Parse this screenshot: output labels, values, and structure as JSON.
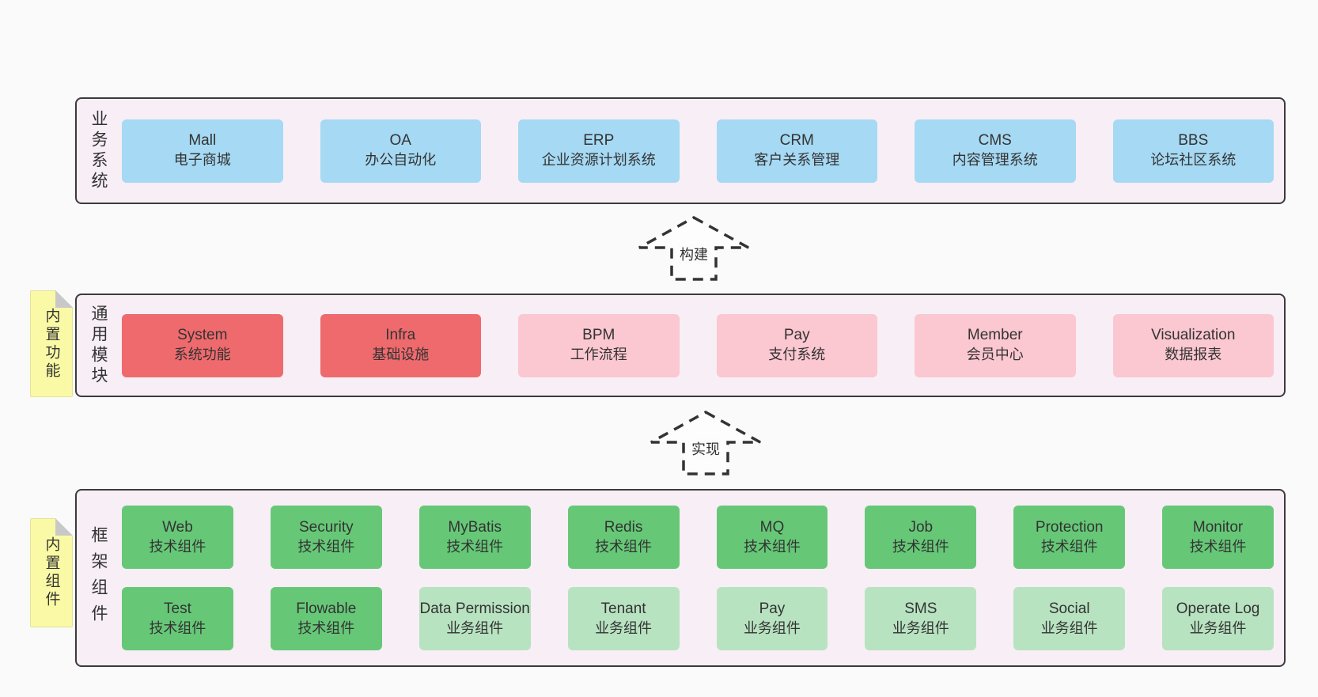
{
  "colors": {
    "page_bg": "#fafafa",
    "panel_bg": "#f8eef6",
    "panel_border": "#3b3b3d",
    "business_box_blue": "#a6d9f3",
    "core_module_red": "#ef6a6d",
    "module_pink": "#fbc7d0",
    "tech_component_green": "#66c877",
    "biz_component_light_green": "#b8e3c1",
    "tag_yellow": "#fafaa6",
    "fold_gray": "#c8c8c8",
    "text": "#333333"
  },
  "arrows": {
    "build": "构建",
    "implement": "实现"
  },
  "sections": {
    "business": {
      "label": "业务系统",
      "boxes": [
        {
          "name": "Mall",
          "desc": "电子商城"
        },
        {
          "name": "OA",
          "desc": "办公自动化"
        },
        {
          "name": "ERP",
          "desc": "企业资源计划系统"
        },
        {
          "name": "CRM",
          "desc": "客户关系管理"
        },
        {
          "name": "CMS",
          "desc": "内容管理系统"
        },
        {
          "name": "BBS",
          "desc": "论坛社区系统"
        }
      ]
    },
    "modules": {
      "tag": "内置功能",
      "label": "通用模块",
      "boxes": [
        {
          "name": "System",
          "desc": "系统功能"
        },
        {
          "name": "Infra",
          "desc": "基础设施"
        },
        {
          "name": "BPM",
          "desc": "工作流程"
        },
        {
          "name": "Pay",
          "desc": "支付系统"
        },
        {
          "name": "Member",
          "desc": "会员中心"
        },
        {
          "name": "Visualization",
          "desc": "数据报表"
        }
      ]
    },
    "components": {
      "tag": "内置组件",
      "label": "框架组件",
      "row1": [
        {
          "name": "Web",
          "desc": "技术组件"
        },
        {
          "name": "Security",
          "desc": "技术组件"
        },
        {
          "name": "MyBatis",
          "desc": "技术组件"
        },
        {
          "name": "Redis",
          "desc": "技术组件"
        },
        {
          "name": "MQ",
          "desc": "技术组件"
        },
        {
          "name": "Job",
          "desc": "技术组件"
        },
        {
          "name": "Protection",
          "desc": "技术组件"
        },
        {
          "name": "Monitor",
          "desc": "技术组件"
        }
      ],
      "row2": [
        {
          "name": "Test",
          "desc": "技术组件"
        },
        {
          "name": "Flowable",
          "desc": "技术组件"
        },
        {
          "name": "Data Permission",
          "desc": "业务组件"
        },
        {
          "name": "Tenant",
          "desc": "业务组件"
        },
        {
          "name": "Pay",
          "desc": "业务组件"
        },
        {
          "name": "SMS",
          "desc": "业务组件"
        },
        {
          "name": "Social",
          "desc": "业务组件"
        },
        {
          "name": "Operate Log",
          "desc": "业务组件"
        }
      ]
    }
  }
}
